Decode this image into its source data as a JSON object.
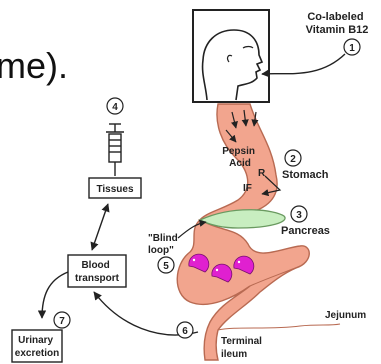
{
  "fragment_text": "me).",
  "steps": [
    {
      "num": "1",
      "label_lines": [
        "Co-labeled",
        "Vitamin B12"
      ]
    },
    {
      "num": "2",
      "label_lines": [
        "Stomach"
      ]
    },
    {
      "num": "3",
      "label_lines": [
        "Pancreas"
      ]
    },
    {
      "num": "4",
      "label_lines": []
    },
    {
      "num": "5",
      "label_lines": [
        "\"Blind",
        "loop\""
      ]
    },
    {
      "num": "6",
      "label_lines": [
        "Terminal",
        "ileum"
      ]
    },
    {
      "num": "7",
      "label_lines": [
        "Urinary",
        "excretion"
      ]
    }
  ],
  "stomach_text": {
    "pepsin": "Pepsin",
    "acid": "Acid",
    "r": "R",
    "if": "IF"
  },
  "boxes": {
    "tissues": "Tissues",
    "blood_transport_lines": [
      "Blood",
      "transport"
    ]
  },
  "jejunum": "Jejunum",
  "colors": {
    "gut": "#f2a58e",
    "gut_outline": "#b86a52",
    "pancreas": "#c8eec0",
    "bacteria": "#e020d0"
  }
}
